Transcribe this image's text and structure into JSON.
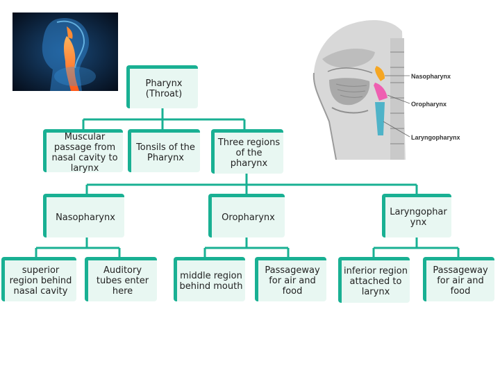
{
  "diagram": {
    "root": "Pharynx (Throat)",
    "level1": [
      "Muscular passage from nasal cavity to larynx",
      "Tonsils of the Pharynx",
      "Three regions of the pharynx"
    ],
    "regions": [
      {
        "name": "Nasopharynx",
        "children": [
          "superior region behind nasal cavity",
          "Auditory tubes enter here"
        ]
      },
      {
        "name": "Oropharynx",
        "children": [
          "middle region behind mouth",
          "Passageway for air and food"
        ]
      },
      {
        "name": "Laryngopharynx",
        "children": [
          "inferior region attached to larynx",
          "Passageway for air and food"
        ]
      }
    ]
  },
  "anatomy_image": {
    "labels": [
      "Nasopharynx",
      "Oropharynx",
      "Laryngopharynx"
    ]
  },
  "colors": {
    "node_border": "#19b093",
    "node_fill": "#e8f7f2",
    "connector": "#19b093"
  }
}
